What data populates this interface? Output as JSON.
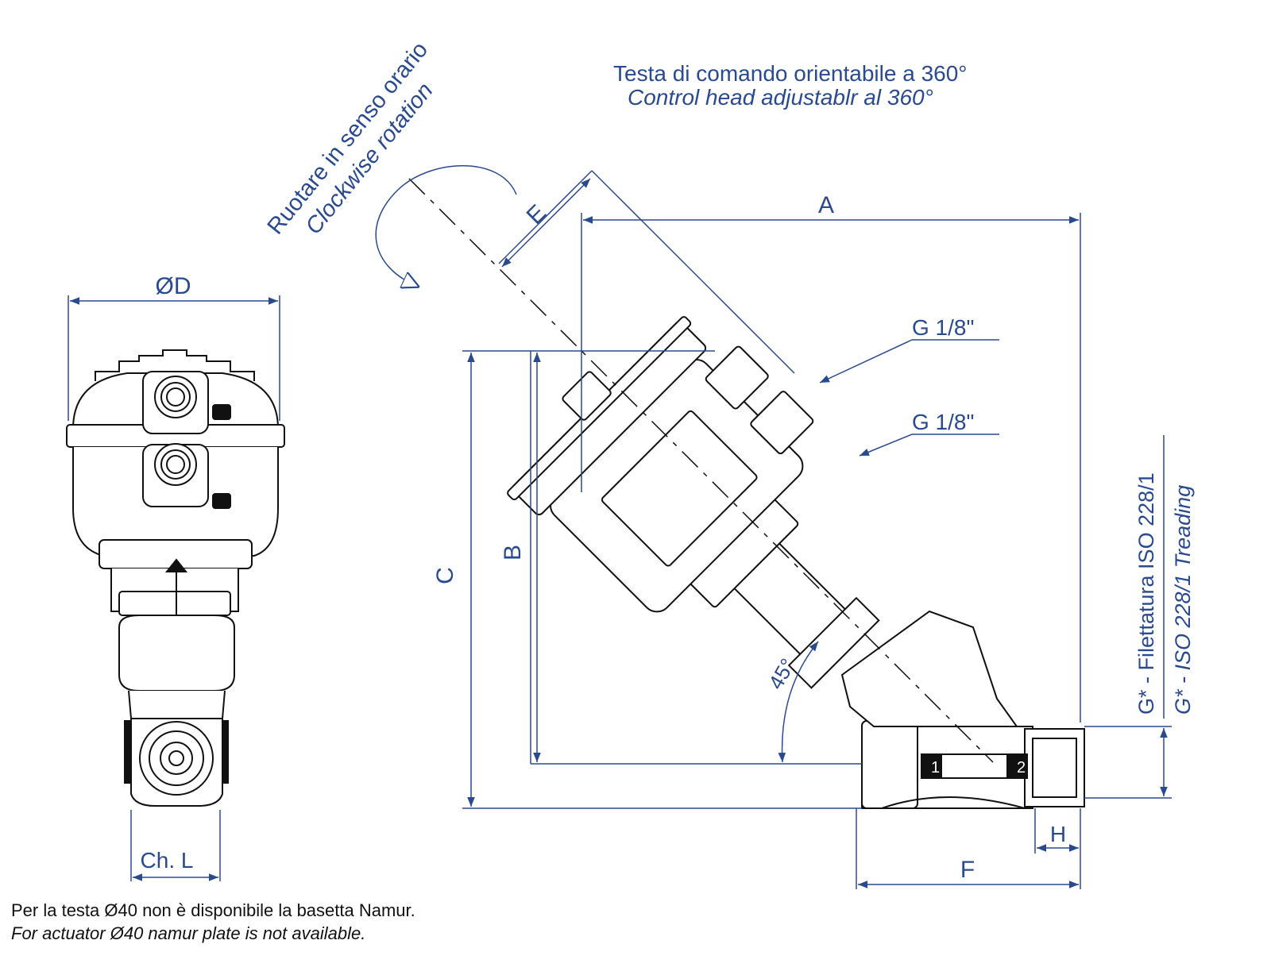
{
  "annotations": {
    "rotation_it": "Ruotare in senso orario",
    "rotation_en": "Clockwise rotation",
    "head_it": "Testa di comando orientabile a 360°",
    "head_en": "Control head adjustablr al 360°",
    "thread_it": "G* - Filettatura ISO 228/1",
    "thread_en": "G* - ISO 228/1 Treading",
    "port_upper": "G 1/8\"",
    "port_lower": "G 1/8\"",
    "angle": "45°",
    "port_in": "1",
    "port_out": "2"
  },
  "dimensions": {
    "A": "A",
    "B": "B",
    "C": "C",
    "D": "ØD",
    "E": "E",
    "F": "F",
    "H": "H",
    "L": "Ch. L"
  },
  "footnote": {
    "line_it": "Per la testa Ø40 non è disponibile la basetta Namur.",
    "line_en": "For actuator Ø40 namur plate is not available."
  },
  "colors": {
    "dimension_blue": "#2a4a8f",
    "outline_black": "#111111"
  }
}
